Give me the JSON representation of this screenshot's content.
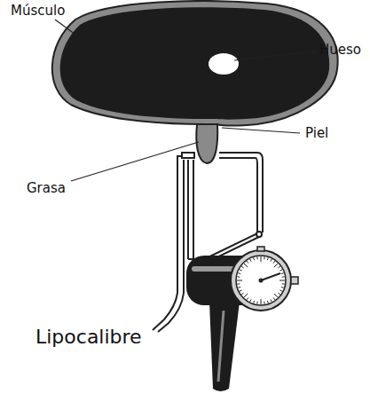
{
  "diagram": {
    "labels": [
      "Músculo",
      "Hueso",
      "Piel",
      "Grasa",
      "Lipocalibre"
    ]
  }
}
